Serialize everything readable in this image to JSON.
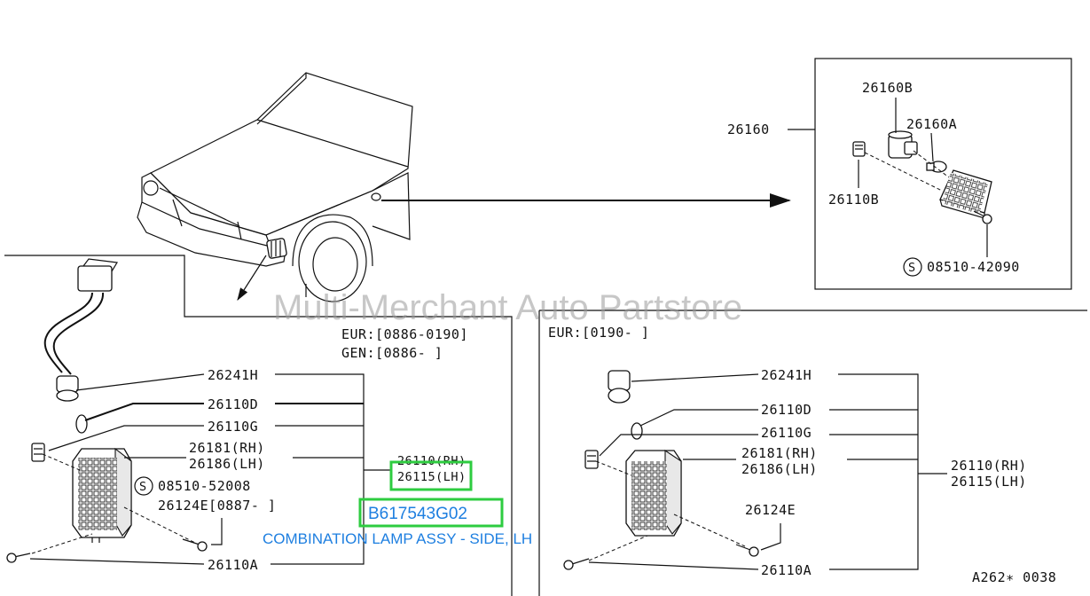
{
  "watermark": "Multi-Merchant Auto Partstore",
  "diagram_code": "A262∗ 0038",
  "highlight": {
    "part_number": "B617543G02",
    "caption": "COMBINATION LAMP ASSY - SIDE, LH"
  },
  "inset_top_right": {
    "callouts": {
      "assy": "26160",
      "bulb_socket": "26160B",
      "bulb": "26160A",
      "clip": "26110B",
      "screw": "08510-42090"
    },
    "screw_symbol": "S"
  },
  "panel_left": {
    "applicability": [
      "EUR:[0886-0190]",
      "GEN:[0886-     ]"
    ],
    "callouts": {
      "socket": "26241H",
      "bulb_a": "26110D",
      "clip": "26110G",
      "lens_rh": "26181(RH)",
      "lens_lh": "26186(LH)",
      "screw": "08510-52008",
      "gasket": "26124E[0887-     ]",
      "screw_b": "26110A",
      "assy_rh": "26110(RH)",
      "assy_lh": "26115(LH)"
    },
    "screw_symbol": "S"
  },
  "panel_right": {
    "applicability": "EUR:[0190-     ]",
    "callouts": {
      "socket": "26241H",
      "bulb_a": "26110D",
      "clip": "26110G",
      "lens_rh": "26181(RH)",
      "lens_lh": "26186(LH)",
      "gasket": "26124E",
      "screw_b": "26110A",
      "assy_rh": "26110(RH)",
      "assy_lh": "26115(LH)"
    }
  },
  "icons": [
    "car-front-icon",
    "arrow-right-icon",
    "arrow-down-icon",
    "side-marker-lamp-icon",
    "combination-lamp-icon",
    "bulb-icon",
    "socket-icon",
    "screw-icon",
    "clip-icon"
  ]
}
